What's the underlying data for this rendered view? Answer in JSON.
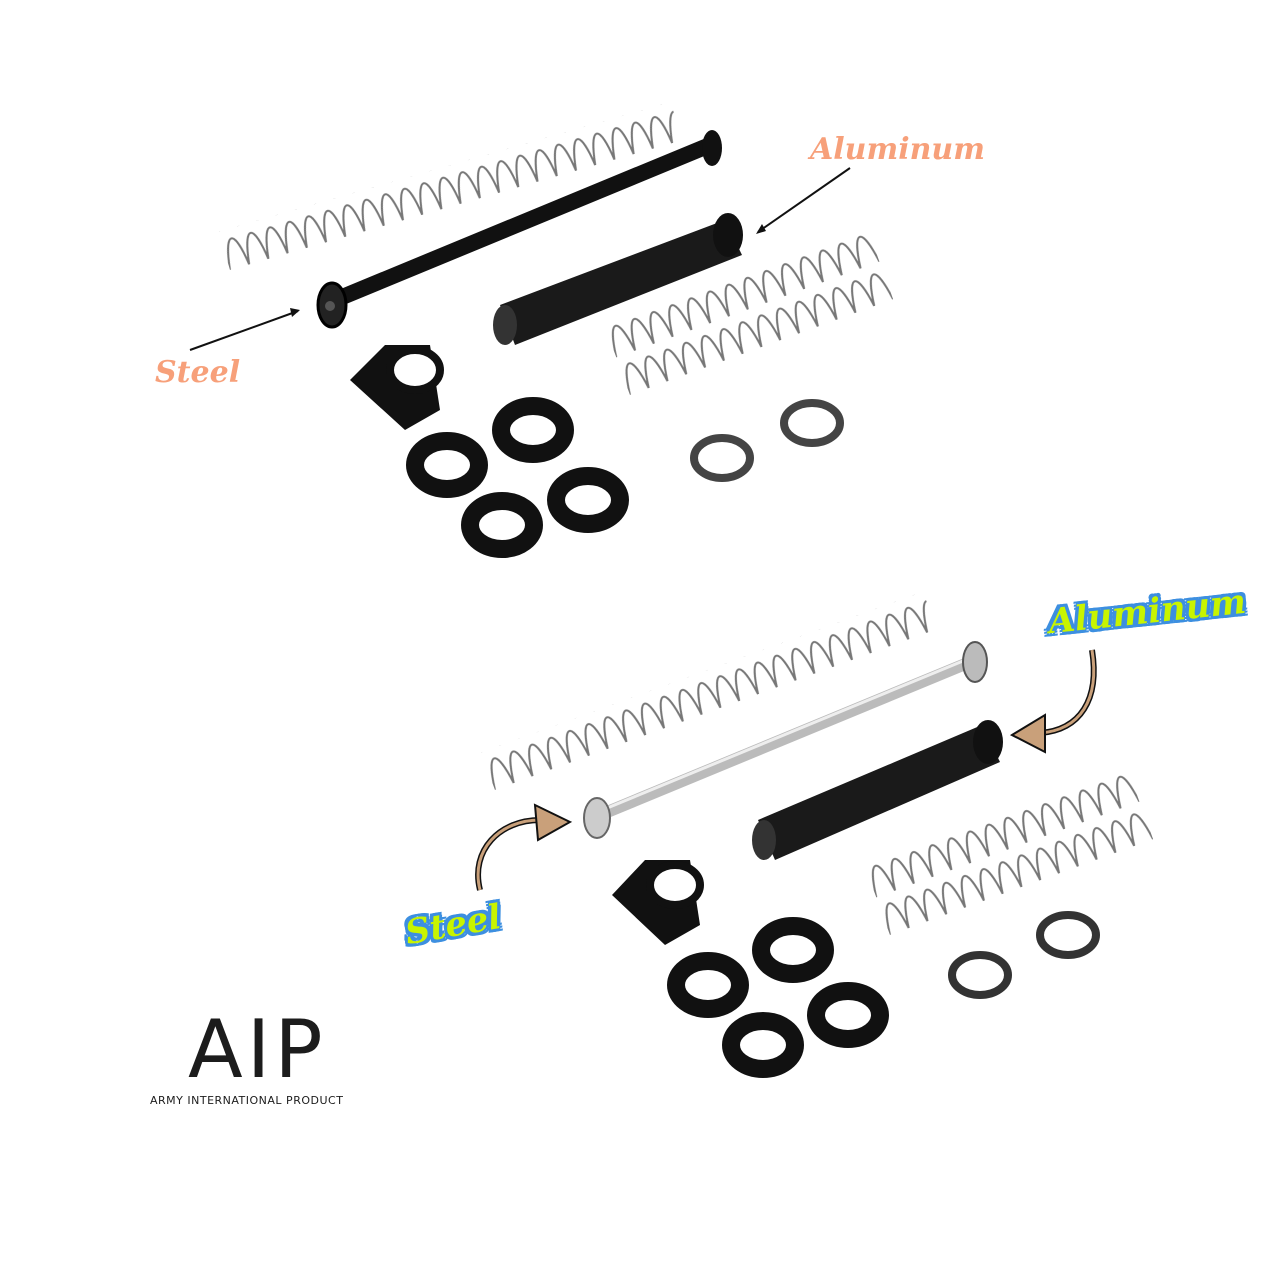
{
  "top_panel": {
    "labels": {
      "aluminum": "Aluminum",
      "steel": "Steel"
    },
    "label_color": "#f7a07a",
    "finish": "black"
  },
  "bottom_panel": {
    "labels": {
      "aluminum": "Aluminum",
      "steel": "Steel"
    },
    "label_color": "#c8f400",
    "label_outline_color": "#3d8fe0",
    "arrow_color": "#c9a07a",
    "finish": "silver"
  },
  "brand": {
    "logo": "AIP",
    "name": "ARMY INTERNATIONAL PRODUCT"
  },
  "parts": [
    "guide-rod",
    "recoil-spring-long",
    "aluminum-sleeve",
    "recoil-spring-short",
    "buffer-collar",
    "black-washers-4",
    "steel-washers-2"
  ]
}
